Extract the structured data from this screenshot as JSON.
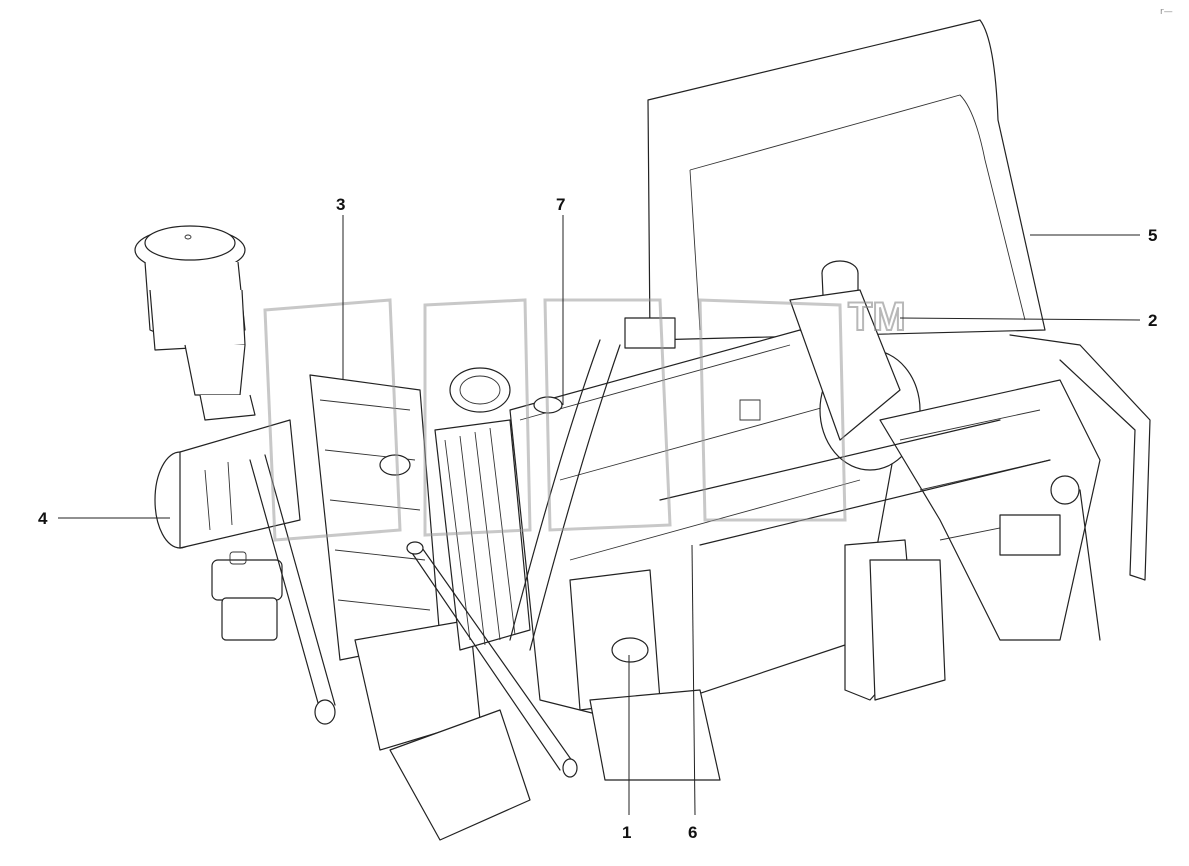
{
  "diagram": {
    "callouts": [
      {
        "id": "1",
        "label": "1"
      },
      {
        "id": "2",
        "label": "2"
      },
      {
        "id": "3",
        "label": "3"
      },
      {
        "id": "4",
        "label": "4"
      },
      {
        "id": "5",
        "label": "5"
      },
      {
        "id": "6",
        "label": "6"
      },
      {
        "id": "7",
        "label": "7"
      }
    ],
    "watermark": {
      "text": "TM"
    },
    "corner_mark": "r—"
  }
}
